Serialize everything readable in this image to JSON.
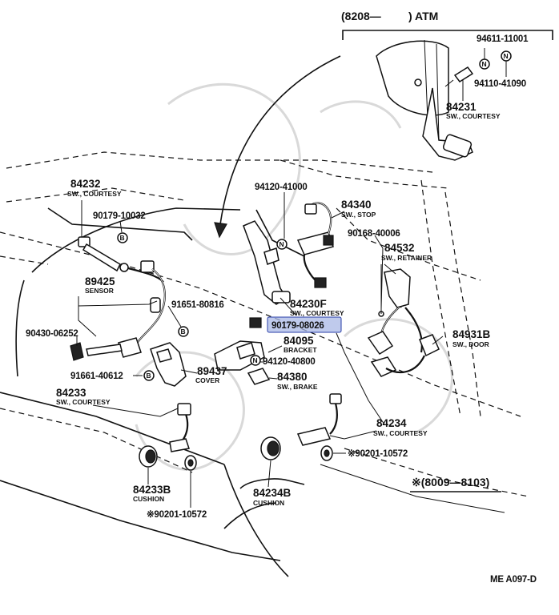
{
  "header": {
    "range_open": "(8208—",
    "range_close": ") ATM",
    "footer_range": "※(8009—8103)",
    "diagram_code": "ME  A097-D"
  },
  "symbols": {
    "n": "N",
    "b": "B"
  },
  "callouts": [
    {
      "id": "c1",
      "part": "94611-11001"
    },
    {
      "id": "c2",
      "part": "94110-41090"
    },
    {
      "id": "c3",
      "part": "84231",
      "desc": "SW., COURTESY"
    },
    {
      "id": "c4",
      "part": "84232",
      "desc": "SW., COURTESY"
    },
    {
      "id": "c5",
      "part": "90179-10032"
    },
    {
      "id": "c6",
      "part": "94120-41000"
    },
    {
      "id": "c7",
      "part": "84340",
      "desc": "SW., STOP"
    },
    {
      "id": "c8",
      "part": "90168-40006"
    },
    {
      "id": "c9",
      "part": "84532",
      "desc": "SW., RETAINER"
    },
    {
      "id": "c10",
      "part": "89425",
      "desc": "SENSOR"
    },
    {
      "id": "c11",
      "part": "91651-80816"
    },
    {
      "id": "c12",
      "part": "84230F",
      "desc": "SW., COURTESY"
    },
    {
      "id": "c13",
      "part": "90179-08026",
      "highlighted": true
    },
    {
      "id": "c14",
      "part": "84931B",
      "desc": "SW., DOOR"
    },
    {
      "id": "c15",
      "part": "90430-06252"
    },
    {
      "id": "c16",
      "part": "84095",
      "desc": "BRACKET"
    },
    {
      "id": "c17",
      "part": "94120-40800"
    },
    {
      "id": "c18",
      "part": "91661-40612"
    },
    {
      "id": "c19",
      "part": "89437",
      "desc": "COVER"
    },
    {
      "id": "c20",
      "part": "84380",
      "desc": "SW., BRAKE"
    },
    {
      "id": "c21",
      "part": "84233",
      "desc": "SW., COURTESY"
    },
    {
      "id": "c22",
      "part": "84234",
      "desc": "SW., COURTESY"
    },
    {
      "id": "c23",
      "part": "※90201-10572"
    },
    {
      "id": "c24",
      "part": "84233B",
      "desc": "CUSHION"
    },
    {
      "id": "c25",
      "part": "84234B",
      "desc": "CUSHION"
    },
    {
      "id": "c26",
      "part": "※90201-10572"
    }
  ],
  "colors": {
    "highlight_fill": "#a9b8e6",
    "highlight_stroke": "#2a3fa8",
    "ink": "#111111"
  }
}
